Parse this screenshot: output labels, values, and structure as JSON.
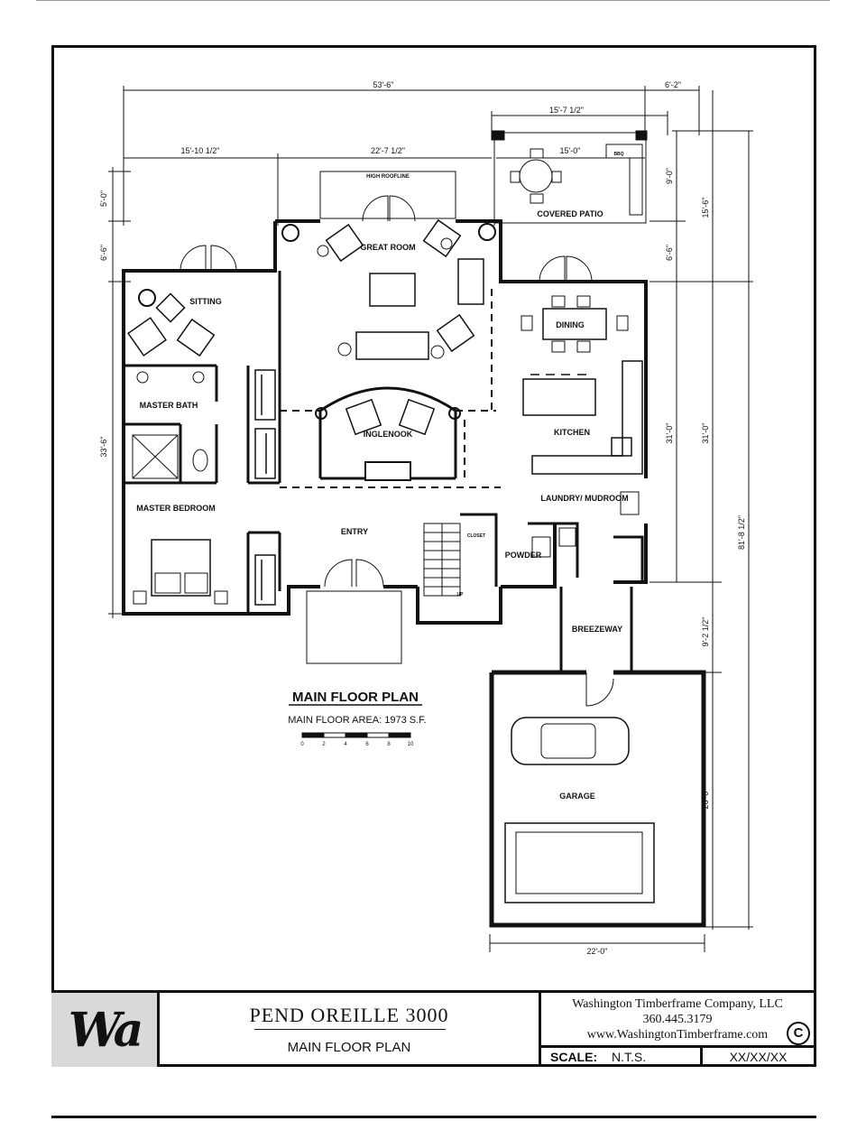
{
  "plan": {
    "dimensions": {
      "overall_width": "53'-6\"",
      "right_offset": "6'-2\"",
      "patio_width": "15'-7 1/2\"",
      "left_width": "15'-10 1/2\"",
      "center_width": "22'-7 1/2\"",
      "patio_inner": "15'-0\"",
      "left_top": "5'-0\"",
      "left_second": "6'-6\"",
      "left_main": "33'-6\"",
      "right_patio_a": "9'-0\"",
      "right_patio_b": "6'-6\"",
      "right_house": "31'-0\"",
      "right_house_outer": "31'-0\"",
      "right_breezeway": "9'-2 1/2\"",
      "right_total": "81'-8 1/2\"",
      "right_top": "15'-6\"",
      "garage_depth": "26'-0\"",
      "garage_width": "22'-0\""
    },
    "rooms": {
      "high_roofline": "HIGH ROOFLINE",
      "great_room": "GREAT ROOM",
      "covered_patio": "COVERED PATIO",
      "sitting": "SITTING",
      "dining": "DINING",
      "master_bath": "MASTER BATH",
      "inglenook": "INGLENOOK",
      "kitchen": "KITCHEN",
      "master_bedroom": "MASTER BEDROOM",
      "entry": "ENTRY",
      "laundry": "LAUNDRY/ MUDROOM",
      "closet": "CLOSET",
      "powder": "POWDER",
      "breezeway": "BREEZEWAY",
      "garage": "GARAGE",
      "up": "UP",
      "grill_label": "BBQ"
    },
    "heading": "MAIN FLOOR PLAN",
    "area": "MAIN FLOOR AREA:  1973 S.F.",
    "scale_bar_ticks": [
      "0",
      "2",
      "4",
      "6",
      "8",
      "10"
    ]
  },
  "title_block": {
    "logo": "Wa",
    "project_name": "PEND OREILLE 3000",
    "drawing_title": "MAIN FLOOR PLAN",
    "company_name": "Washington Timberframe Company, LLC",
    "phone": "360.445.3179",
    "website": "www.WashingtonTimberframe.com",
    "copyright_symbol": "C",
    "scale_label": "SCALE:",
    "scale_value": "N.T.S.",
    "date": "XX/XX/XX"
  }
}
